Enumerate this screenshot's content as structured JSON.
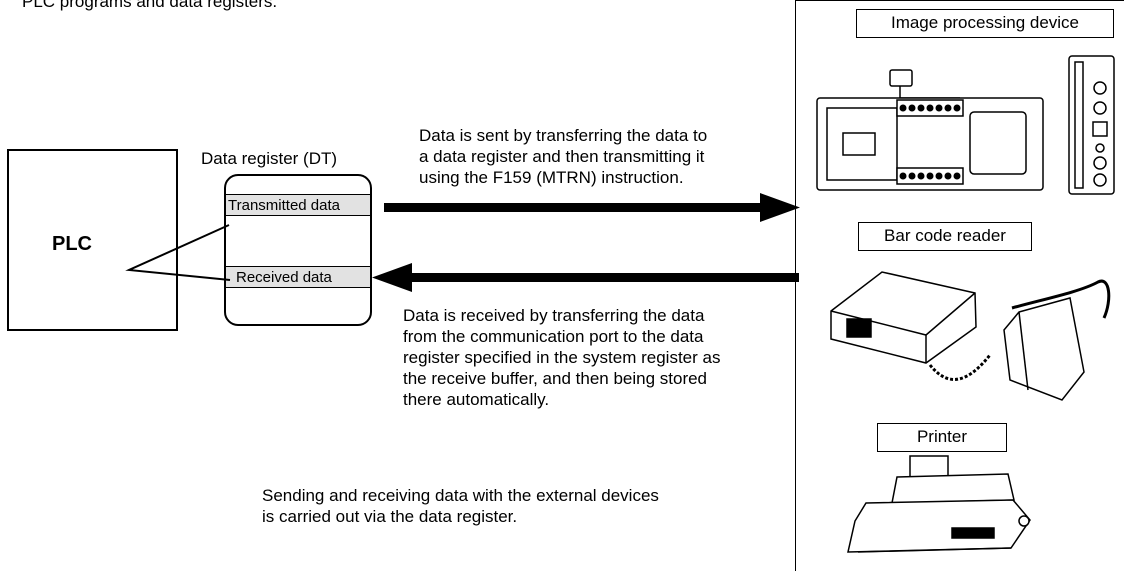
{
  "top_text": "PLC programs and data registers.",
  "plc": {
    "label": "PLC"
  },
  "data_register": {
    "title": "Data register (DT)",
    "transmitted_label": "Transmitted data",
    "received_label": "Received data"
  },
  "send_description": [
    "Data is sent by transferring the data to",
    "a data register and then transmitting it",
    "using the F159 (MTRN) instruction."
  ],
  "receive_description": [
    "Data is received by transferring the data",
    "from the communication port to the data",
    "register specified in the system register as",
    "the receive buffer, and then being stored",
    "there automatically."
  ],
  "bottom_note": [
    "Sending and receiving data with the external devices",
    "is carried out via the data register."
  ],
  "devices": {
    "image_processing": "Image processing device",
    "bar_code_reader": "Bar code reader",
    "printer": "Printer"
  }
}
